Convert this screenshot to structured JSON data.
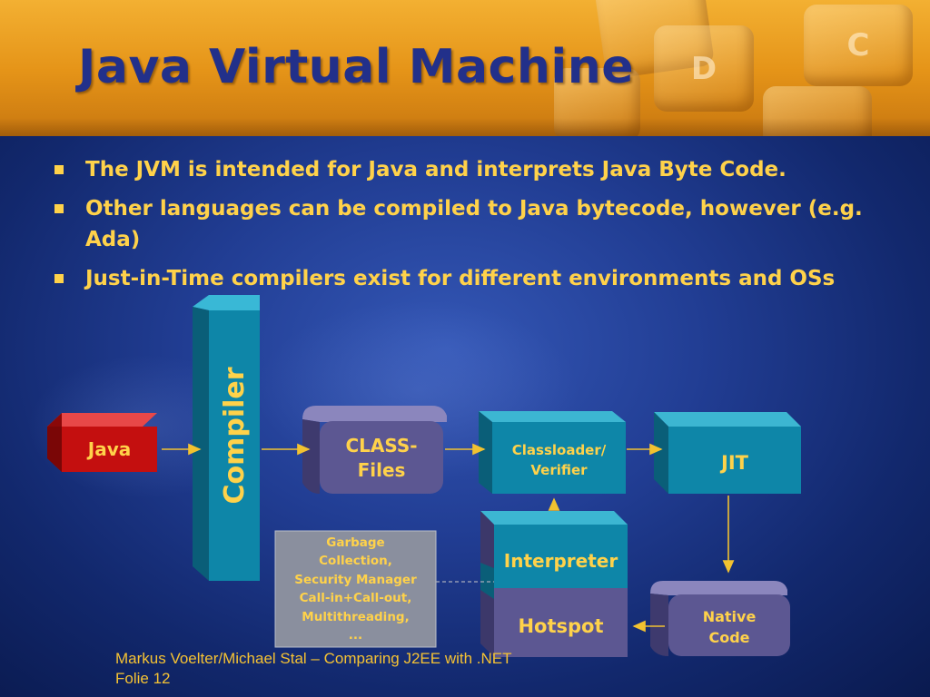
{
  "slide": {
    "title": "Java Virtual Machine",
    "bullets": [
      "The JVM is intended for Java and interprets Java Byte Code.",
      "Other languages can be compiled to Java bytecode, however (e.g. Ada)",
      "Just-in-Time compilers exist for different environments and OSs"
    ],
    "background_key_letters": [
      "D",
      "C"
    ]
  },
  "diagram": {
    "java": "Java",
    "compiler": "Compiler",
    "class_files_line1": "CLASS-",
    "class_files_line2": "Files",
    "classloader_line1": "Classloader/",
    "classloader_line2": "Verifier",
    "jit": "JIT",
    "interpreter": "Interpreter",
    "hotspot": "Hotspot",
    "native_line1": "Native",
    "native_line2": "Code",
    "services": [
      "Garbage",
      "Collection,",
      "Security Manager",
      "Call-in+Call-out,",
      "Multithreading,",
      "..."
    ]
  },
  "footer": {
    "line1": "Markus Voelter/Michael Stal – Comparing J2EE with .NET",
    "line2": "Folie 12"
  },
  "colors": {
    "header_orange": "#e59418",
    "title_blue": "#22308a",
    "bullet_yellow": "#ffd24a",
    "java_red": "#c40f0f",
    "teal_box": "#0e86a8",
    "purple_box": "#5c5792",
    "gray_box": "#8a8f9e",
    "arrow_yellow": "#f2c230"
  }
}
